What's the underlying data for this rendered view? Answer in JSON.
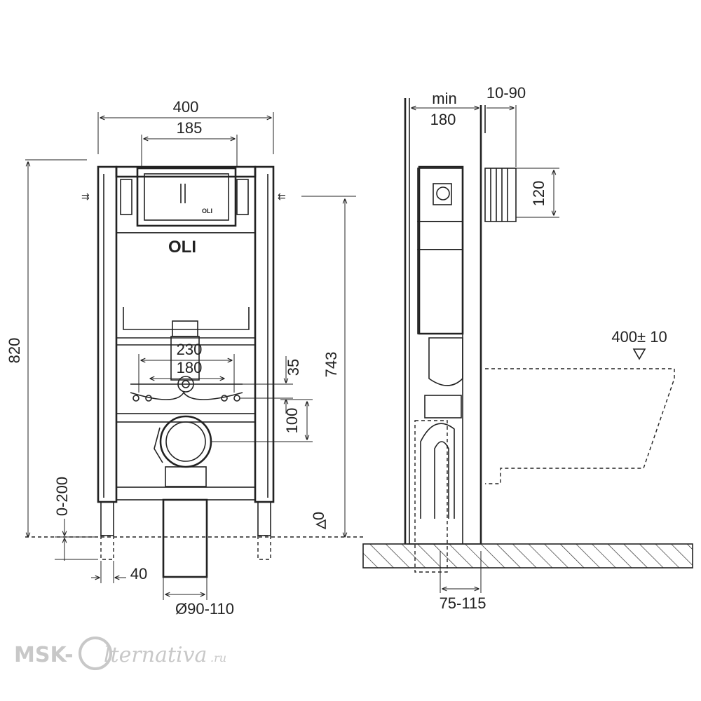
{
  "front_view": {
    "width_frame": "400",
    "width_cistern_opening": "185",
    "height_total": "820",
    "height_to_inlet": "743",
    "drain_spacing_outer": "230",
    "drain_spacing_inner": "180",
    "bolt_offset": "35",
    "outlet_offset": "100",
    "leg_adjust": "0-200",
    "leg_width": "40",
    "outlet_diameter": "Ø90-110",
    "floor_marker": "0",
    "brand_logo": "OLI"
  },
  "side_view": {
    "depth_min_label": "min",
    "depth_min_value": "180",
    "inlet_adjust": "10-90",
    "inlet_height": "120",
    "bowl_height": "400± 10",
    "floor_depth": "75-115"
  },
  "watermark": {
    "prefix": "MSK-",
    "suffix": "lternativa",
    "domain": ".ru"
  }
}
